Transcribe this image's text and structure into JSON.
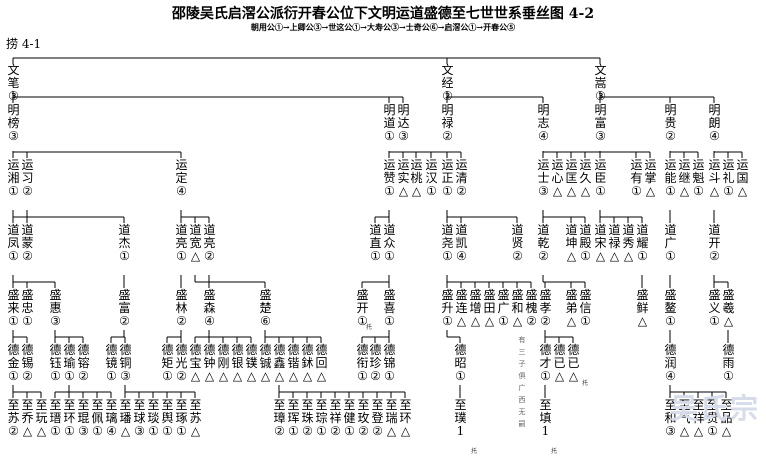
{
  "header": {
    "title": "邵陵吴氏启滘公派衍开春公位下文明运道盛德至七世世系垂丝图 4-2",
    "subtitle": "朝用公①→上卿公③→世这公①→大寿公③→士奇公⑥→启滘公①→开春公⑤",
    "branch": "捞 4-1"
  },
  "nodes": {
    "g1": [
      {
        "id": "wenbi",
        "c": "文笔",
        "r": "③"
      },
      {
        "id": "wenjing",
        "c": "文经",
        "r": "②"
      },
      {
        "id": "wenchong",
        "c": "文嵩",
        "r": "③"
      }
    ],
    "g2": [
      {
        "id": "ming_bang",
        "c": "明榜",
        "r": "③"
      },
      {
        "id": "ming_dao",
        "c": "明道",
        "r": "①"
      },
      {
        "id": "ming_da",
        "c": "明达",
        "r": "③"
      },
      {
        "id": "ming_lu",
        "c": "明禄",
        "r": "②"
      },
      {
        "id": "ming_zhi",
        "c": "明志",
        "r": "④"
      },
      {
        "id": "ming_fu",
        "c": "明富",
        "r": "③"
      },
      {
        "id": "ming_gui",
        "c": "明贵",
        "r": "②"
      },
      {
        "id": "ming_lang",
        "c": "明朗",
        "r": "④"
      }
    ],
    "g3": [
      {
        "id": "yun_xiang",
        "c": "运湘",
        "r": "①"
      },
      {
        "id": "yun_xi",
        "c": "运习",
        "r": "②"
      },
      {
        "id": "yun_ding",
        "c": "运定",
        "r": "④"
      },
      {
        "id": "yun_zan",
        "c": "运赞",
        "r": "①"
      },
      {
        "id": "yun_shi",
        "c": "运实",
        "r": "△"
      },
      {
        "id": "yun_tao",
        "c": "运桃",
        "r": "△"
      },
      {
        "id": "yun_han",
        "c": "运汉",
        "r": "①"
      },
      {
        "id": "yun_zheng",
        "c": "运正",
        "r": "①"
      },
      {
        "id": "yun_qing",
        "c": "运清",
        "r": "②"
      },
      {
        "id": "yun_shi2",
        "c": "运士",
        "r": "③"
      },
      {
        "id": "yun_xin",
        "c": "运心",
        "r": "△"
      },
      {
        "id": "yun_kuang",
        "c": "运匡",
        "r": "△"
      },
      {
        "id": "yun_jiu",
        "c": "运久",
        "r": "△"
      },
      {
        "id": "yun_chen",
        "c": "运臣",
        "r": "①"
      },
      {
        "id": "yun_you",
        "c": "运有",
        "r": "①"
      },
      {
        "id": "yun_zhang",
        "c": "运掌",
        "r": "△"
      },
      {
        "id": "yun_neng",
        "c": "运能",
        "r": "①"
      },
      {
        "id": "yun_ji",
        "c": "运继",
        "r": "△"
      },
      {
        "id": "yun_kui",
        "c": "运魁",
        "r": "①"
      },
      {
        "id": "yun_dou",
        "c": "运斗",
        "r": "△"
      },
      {
        "id": "yun_li",
        "c": "运礼",
        "r": "①"
      },
      {
        "id": "yun_guo",
        "c": "运国",
        "r": "△"
      }
    ],
    "g4": [
      {
        "id": "dao_feng",
        "c": "道凤",
        "r": "①"
      },
      {
        "id": "dao_meng",
        "c": "道蒙",
        "r": "②"
      },
      {
        "id": "dao_jie",
        "c": "道杰",
        "r": "①"
      },
      {
        "id": "dao_liang",
        "c": "道亮",
        "r": "①"
      },
      {
        "id": "dao_kuan",
        "c": "道宽",
        "r": "△"
      },
      {
        "id": "dao_liang2",
        "c": "道亮",
        "r": "②"
      },
      {
        "id": "dao_zhi",
        "c": "道直",
        "r": "①"
      },
      {
        "id": "dao_zhong",
        "c": "道众",
        "r": "①"
      },
      {
        "id": "dao_yao",
        "c": "道尧",
        "r": "①"
      },
      {
        "id": "dao_kai",
        "c": "道凯",
        "r": "④"
      },
      {
        "id": "dao_xian",
        "c": "道贤",
        "r": "②"
      },
      {
        "id": "dao_qian",
        "c": "道乾",
        "r": "②"
      },
      {
        "id": "dao_kun",
        "c": "道坤",
        "r": "△"
      },
      {
        "id": "dao_dian",
        "c": "道殿",
        "r": "①"
      },
      {
        "id": "dao_song",
        "c": "道宋",
        "r": "△"
      },
      {
        "id": "dao_lu",
        "c": "道禄",
        "r": "△"
      },
      {
        "id": "dao_xiu",
        "c": "道秀",
        "r": "△"
      },
      {
        "id": "dao_yao2",
        "c": "道耀",
        "r": "①"
      },
      {
        "id": "dao_guang",
        "c": "道广",
        "r": "①"
      },
      {
        "id": "dao_kai2",
        "c": "道开",
        "r": "②"
      }
    ],
    "g5": [
      {
        "id": "sheng_lai",
        "c": "盛来",
        "r": "①"
      },
      {
        "id": "sheng_zhong",
        "c": "盛忠",
        "r": "①"
      },
      {
        "id": "sheng_hui",
        "c": "盛惠",
        "r": "③"
      },
      {
        "id": "sheng_fu",
        "c": "盛富",
        "r": "②"
      },
      {
        "id": "sheng_lin",
        "c": "盛林",
        "r": "②"
      },
      {
        "id": "sheng_sen",
        "c": "盛森",
        "r": "④"
      },
      {
        "id": "sheng_chu",
        "c": "盛楚",
        "r": "⑥"
      },
      {
        "id": "sheng_kai",
        "c": "盛开",
        "r": "①"
      },
      {
        "id": "sheng_xi",
        "c": "盛喜",
        "r": "①"
      },
      {
        "id": "sheng_sheng",
        "c": "盛升",
        "r": "①"
      },
      {
        "id": "sheng_lian",
        "c": "盛连",
        "r": "△"
      },
      {
        "id": "sheng_zeng",
        "c": "盛增",
        "r": "△"
      },
      {
        "id": "sheng_tian",
        "c": "盛田",
        "r": "△"
      },
      {
        "id": "sheng_guang",
        "c": "盛广",
        "r": "①"
      },
      {
        "id": "sheng_he",
        "c": "盛和",
        "r": "△"
      },
      {
        "id": "sheng_huai",
        "c": "盛槐",
        "r": "②"
      },
      {
        "id": "sheng_xiao",
        "c": "盛孝",
        "r": "②"
      },
      {
        "id": "sheng_di",
        "c": "盛弟",
        "r": "△"
      },
      {
        "id": "sheng_xin",
        "c": "盛信",
        "r": "①"
      },
      {
        "id": "sheng_xian",
        "c": "盛鲜",
        "r": "△"
      },
      {
        "id": "sheng_ao",
        "c": "盛鳌",
        "r": "①"
      },
      {
        "id": "sheng_yi",
        "c": "盛义",
        "r": "①"
      },
      {
        "id": "sheng_yi2",
        "c": "盛羲",
        "r": "△"
      }
    ],
    "g6": [
      {
        "id": "de_jin",
        "c": "德金",
        "r": "①"
      },
      {
        "id": "de_xi",
        "c": "德锡",
        "r": "②"
      },
      {
        "id": "de_ting",
        "c": "德钰",
        "r": "①"
      },
      {
        "id": "de_yu",
        "c": "德瑜",
        "r": "①"
      },
      {
        "id": "de_ge",
        "c": "德镕",
        "r": "②"
      },
      {
        "id": "de_jing",
        "c": "德镜",
        "r": "①"
      },
      {
        "id": "de_tong",
        "c": "德铜",
        "r": "③"
      },
      {
        "id": "de_ju",
        "c": "德矩",
        "r": "①"
      },
      {
        "id": "de_guang",
        "c": "德光",
        "r": "②"
      },
      {
        "id": "de_bao",
        "c": "德宝",
        "r": "△"
      },
      {
        "id": "de_zhong",
        "c": "德钟",
        "r": "△"
      },
      {
        "id": "de_gang",
        "c": "德刚",
        "r": "△"
      },
      {
        "id": "de_yin",
        "c": "德银",
        "r": "△"
      },
      {
        "id": "de_pu",
        "c": "德镤",
        "r": "△"
      },
      {
        "id": "de_cheng",
        "c": "德铖",
        "r": "△"
      },
      {
        "id": "de_xin",
        "c": "德鑫",
        "r": "△"
      },
      {
        "id": "de_luo",
        "c": "德锴",
        "r": "△"
      },
      {
        "id": "de_hui",
        "c": "德鉥",
        "r": "△"
      },
      {
        "id": "de_hui2",
        "c": "德回",
        "r": "△"
      },
      {
        "id": "de_heng",
        "c": "德衔",
        "r": "①"
      },
      {
        "id": "de_xiu",
        "c": "德珍",
        "r": "②"
      },
      {
        "id": "de_jin2",
        "c": "德锦",
        "r": "①"
      },
      {
        "id": "de_zhao",
        "c": "德昭",
        "r": "①"
      },
      {
        "id": "de_cai",
        "c": "德才",
        "r": "①"
      },
      {
        "id": "de_yi",
        "c": "德已",
        "r": "△"
      },
      {
        "id": "de_ji",
        "c": "德已",
        "r": "△"
      },
      {
        "id": "de_run",
        "c": "德润",
        "r": "④"
      },
      {
        "id": "de_yu2",
        "c": "德雨",
        "r": "①"
      }
    ],
    "g7": [
      {
        "id": "zhi_su",
        "c": "至苏",
        "r": "②"
      },
      {
        "id": "zhi_qiao",
        "c": "至乔",
        "r": "△"
      },
      {
        "id": "zhi_wan",
        "c": "至玩",
        "r": "△"
      },
      {
        "id": "zhi_tao",
        "c": "至瑨",
        "r": "①"
      },
      {
        "id": "zhi_huan",
        "c": "至环",
        "r": "①"
      },
      {
        "id": "zhi_yin",
        "c": "至琨",
        "r": "③"
      },
      {
        "id": "zhi_pei",
        "c": "至佩",
        "r": "①"
      },
      {
        "id": "zhi_li",
        "c": "至璃",
        "r": "④"
      },
      {
        "id": "zhi_bo",
        "c": "至璠",
        "r": "△"
      },
      {
        "id": "zhi_qiu",
        "c": "至球",
        "r": "③"
      },
      {
        "id": "zhi_jiao",
        "c": "至琰",
        "r": "①"
      },
      {
        "id": "zhi_yu",
        "c": "至舆",
        "r": "①"
      },
      {
        "id": "zhi_zhuo",
        "c": "至琢",
        "r": "①"
      },
      {
        "id": "zhi_su2",
        "c": "至苏",
        "r": "△"
      },
      {
        "id": "zhi_zhang",
        "c": "至璋",
        "r": "②"
      },
      {
        "id": "zhi_ping",
        "c": "至珲",
        "r": "①"
      },
      {
        "id": "zhi_zhu",
        "c": "至珠",
        "r": "②"
      },
      {
        "id": "zhi_cong",
        "c": "至琮",
        "r": "①"
      },
      {
        "id": "zhi_xiang",
        "c": "至祥",
        "r": "②"
      },
      {
        "id": "zhi_jian",
        "c": "至健",
        "r": "①"
      },
      {
        "id": "zhi_jiu",
        "c": "至玫",
        "r": "②"
      },
      {
        "id": "zhi_deng",
        "c": "至登",
        "r": "②"
      },
      {
        "id": "zhi_rui",
        "c": "至瑞",
        "r": "△"
      },
      {
        "id": "zhi_huan2",
        "c": "至环",
        "r": "△"
      },
      {
        "id": "zhi_pu",
        "c": "至璞",
        "r": "1"
      },
      {
        "id": "zhi_tian",
        "c": "至填",
        "r": "1"
      },
      {
        "id": "zhi_he",
        "c": "至和",
        "r": "③"
      },
      {
        "id": "zhi_qi",
        "c": "至气",
        "r": "△"
      },
      {
        "id": "zhi_xiang2",
        "c": "至祥",
        "r": "△"
      },
      {
        "id": "zhi_gui",
        "c": "至贵",
        "r": "①"
      },
      {
        "id": "zhi_pin",
        "c": "至品",
        "r": "△"
      }
    ]
  },
  "notes": {
    "tuo": "托",
    "annot_col": [
      "有",
      "三",
      "子",
      "俱",
      "广",
      "西",
      "无",
      "嗣"
    ],
    "wm": "吴氏宗"
  }
}
